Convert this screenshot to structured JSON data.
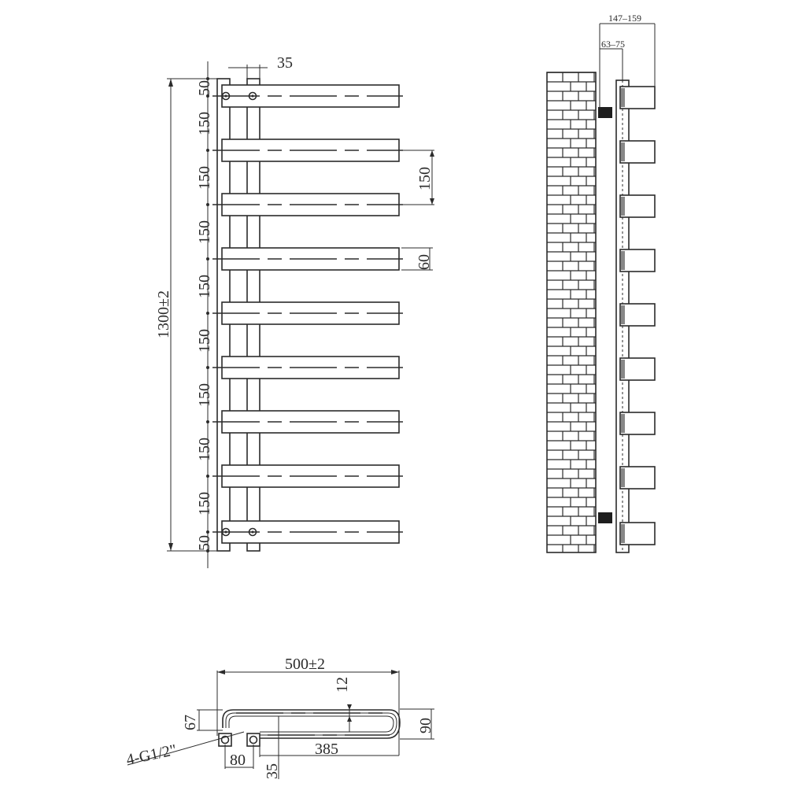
{
  "drawing": {
    "front_view": {
      "overall_height_label": "1300±2",
      "top_offset_label": "50",
      "bottom_offset_label": "50",
      "bar_spacing_labels": [
        "150",
        "150",
        "150",
        "150",
        "150",
        "150",
        "150",
        "150"
      ],
      "side_pitch_label": "150",
      "bar_height_label": "60",
      "rail_width_label": "35",
      "bar_count": 9
    },
    "side_view": {
      "wall_to_front_label": "147–159",
      "wall_to_rail_label": "63–75"
    },
    "top_view": {
      "overall_width_label": "500±2",
      "tube_gap_label": "12",
      "depth_label": "90",
      "inlet_offset_label": "67",
      "inlet_spacing_label": "80",
      "inner_length_label": "385",
      "rail_offset_label": "35",
      "connection_label": "4-G1/2\""
    }
  },
  "colors": {
    "line": "#2b2b2b",
    "background": "#ffffff"
  }
}
